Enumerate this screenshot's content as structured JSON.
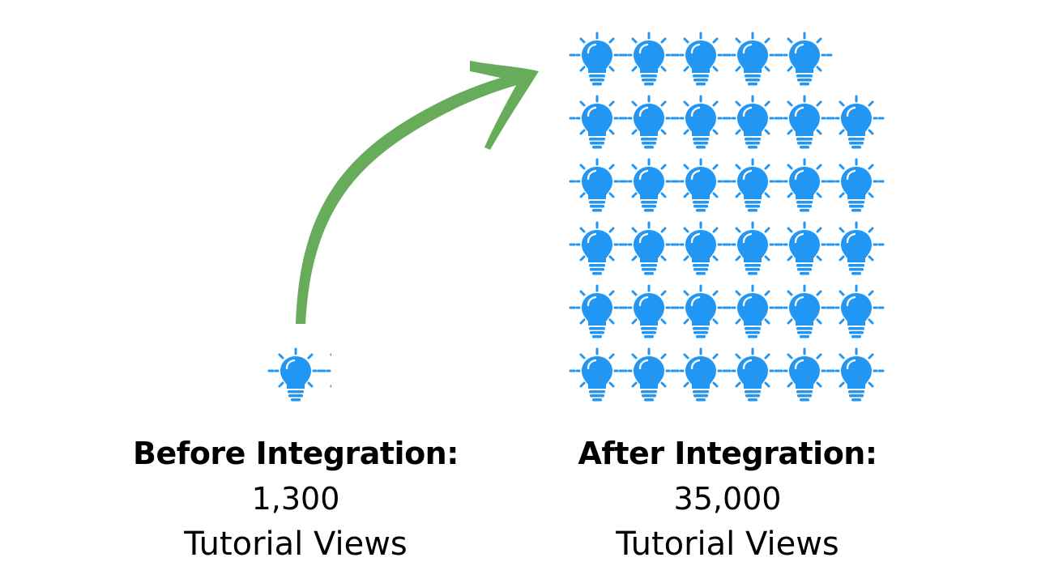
{
  "chart_data": {
    "type": "pictograph",
    "icon": "lightbulb-icon",
    "groups": [
      {
        "label": "Before Integration:",
        "value": 1300,
        "value_text": "1,300",
        "unit": "Tutorial Views",
        "icon_count": 1.2
      },
      {
        "label": "After Integration:",
        "value": 35000,
        "value_text": "35,000",
        "unit": "Tutorial Views",
        "icon_count": 35
      }
    ],
    "icon_columns": 6,
    "arrow": {
      "from": "before",
      "to": "after",
      "color": "#66AC5B"
    },
    "icon_color": "#2196F3"
  }
}
